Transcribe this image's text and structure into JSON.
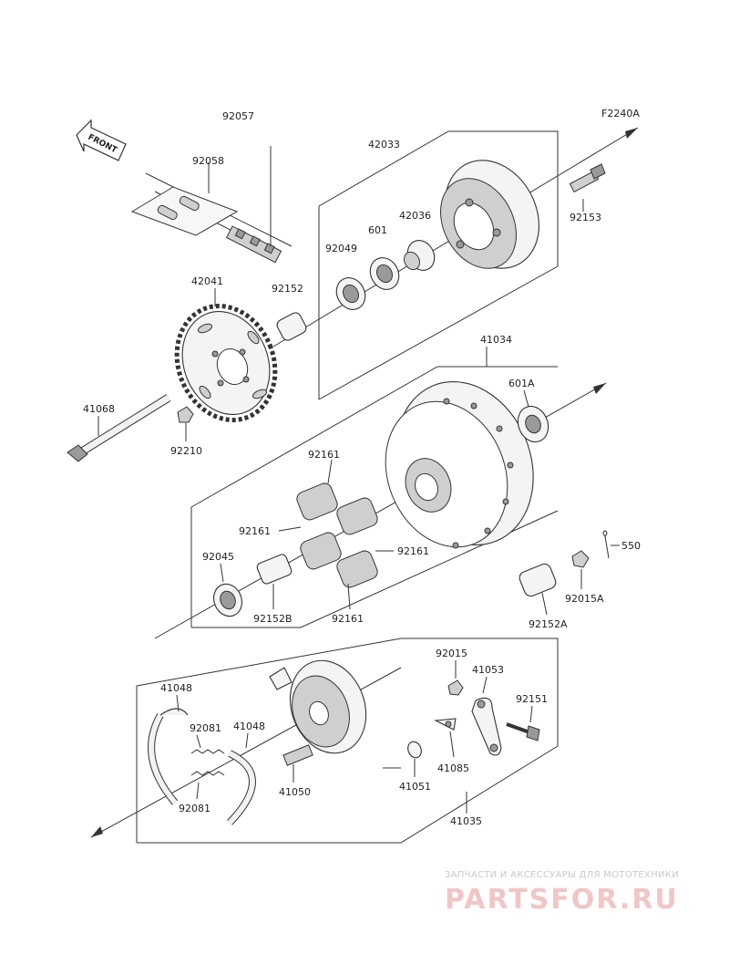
{
  "figure_code": "F2240A",
  "front_arrow": "FRONT",
  "watermark": {
    "tagline": "ЗАПЧАСТИ И АКСЕССУАРЫ ДЛЯ МОТОТЕХНИКИ",
    "brand": "PARTSFOR.RU"
  },
  "parts": {
    "p92057": "92057",
    "p92058": "92058",
    "p42033": "42033",
    "p42036": "42036",
    "p601": "601",
    "p92049": "92049",
    "p92152": "92152",
    "p92153": "92153",
    "p42041": "42041",
    "p41034": "41034",
    "p601A": "601A",
    "p41068": "41068",
    "p92210": "92210",
    "p92161_a": "92161",
    "p92161_b": "92161",
    "p92161_c": "92161",
    "p92161_d": "92161",
    "p92045": "92045",
    "p92152B": "92152B",
    "p550": "550",
    "p92015A": "92015A",
    "p92152A": "92152A",
    "p92015": "92015",
    "p41053": "41053",
    "p41048_a": "41048",
    "p41048_b": "41048",
    "p92081_a": "92081",
    "p92081_b": "92081",
    "p92151": "92151",
    "p41050": "41050",
    "p41051": "41051",
    "p41085": "41085",
    "p41035": "41035"
  }
}
